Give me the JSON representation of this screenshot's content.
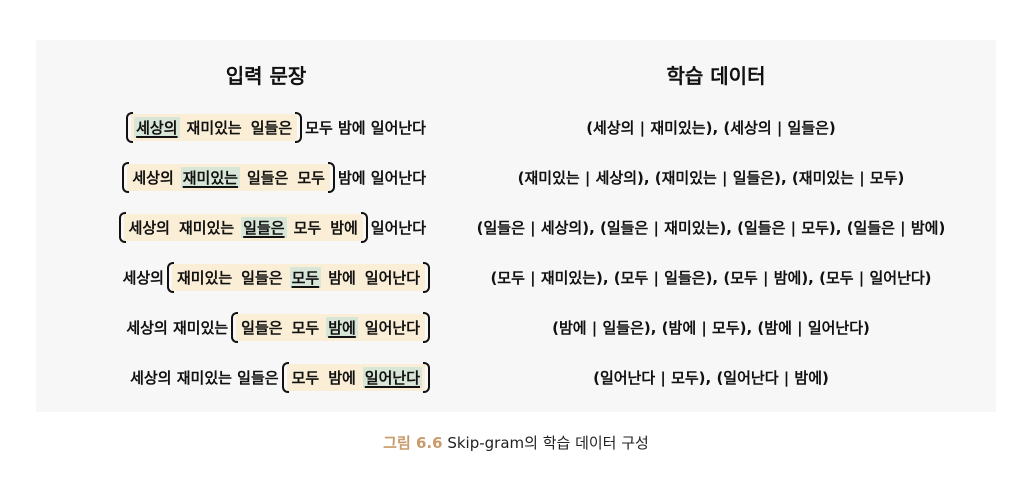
{
  "headers": {
    "input": "입력 문장",
    "training": "학습 데이터"
  },
  "rows": [
    {
      "before": "",
      "window": [
        {
          "text": "세상의",
          "center": true
        },
        {
          "text": "재미있는",
          "center": false
        },
        {
          "text": "일들은",
          "center": false
        }
      ],
      "after": "모두 밤에 일어난다",
      "pairs": "(세상의 | 재미있는), (세상의 | 일들은)"
    },
    {
      "before": "",
      "window": [
        {
          "text": "세상의",
          "center": false
        },
        {
          "text": "재미있는",
          "center": true
        },
        {
          "text": "일들은",
          "center": false
        },
        {
          "text": "모두",
          "center": false
        }
      ],
      "after": "밤에 일어난다",
      "pairs": "(재미있는 | 세상의), (재미있는 | 일들은), (재미있는 | 모두)"
    },
    {
      "before": "",
      "window": [
        {
          "text": "세상의",
          "center": false
        },
        {
          "text": "재미있는",
          "center": false
        },
        {
          "text": "일들은",
          "center": true
        },
        {
          "text": "모두",
          "center": false
        },
        {
          "text": "밤에",
          "center": false
        }
      ],
      "after": "일어난다",
      "pairs": "(일들은 | 세상의), (일들은 | 재미있는), (일들은 | 모두), (일들은 | 밤에)"
    },
    {
      "before": "세상의",
      "window": [
        {
          "text": "재미있는",
          "center": false
        },
        {
          "text": "일들은",
          "center": false
        },
        {
          "text": "모두",
          "center": true
        },
        {
          "text": "밤에",
          "center": false
        },
        {
          "text": "일어난다",
          "center": false
        }
      ],
      "after": "",
      "pairs": "(모두 | 재미있는), (모두 | 일들은), (모두 | 밤에), (모두 | 일어난다)"
    },
    {
      "before": "세상의 재미있는",
      "window": [
        {
          "text": "일들은",
          "center": false
        },
        {
          "text": "모두",
          "center": false
        },
        {
          "text": "밤에",
          "center": true
        },
        {
          "text": "일어난다",
          "center": false
        }
      ],
      "after": "",
      "pairs": "(밤에 | 일들은), (밤에 | 모두), (밤에 | 일어난다)"
    },
    {
      "before": "세상의 재미있는 일들은",
      "window": [
        {
          "text": "모두",
          "center": false
        },
        {
          "text": "밤에",
          "center": false
        },
        {
          "text": "일어난다",
          "center": true
        }
      ],
      "after": "",
      "pairs": "(일어난다 | 모두), (일어난다 | 밤에)"
    }
  ],
  "caption": {
    "label": "그림 6.6",
    "text": "Skip-gram의 학습 데이터 구성"
  },
  "colors": {
    "window_bg": "#fbeed6",
    "center_bg": "#d7e6d6",
    "caption_label": "#c99a6a",
    "panel_bg": "#f7f7f7"
  }
}
